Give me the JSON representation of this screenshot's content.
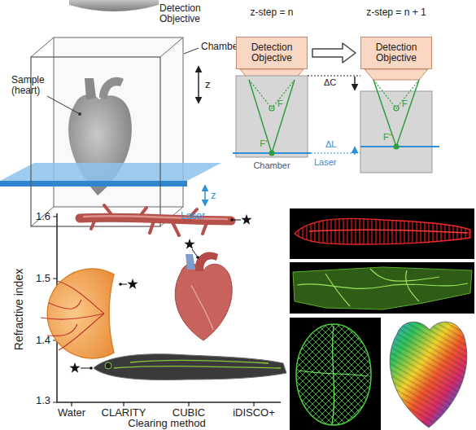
{
  "diagram": {
    "nodes": [
      {
        "text": [
          "Detection Objective"
        ]
      },
      {
        "text": [
          "Detection Objective"
        ]
      }
    ],
    "edges": [
      {
        "from": 0,
        "to": 1,
        "arrow": "to"
      }
    ],
    "labels": [
      "Detection Objective",
      "Chamber",
      "Sample (heart)",
      "z",
      "z",
      "Laser",
      "z-step = n",
      "z-step = n + 1",
      "F",
      "F'",
      "ΔC",
      "ΔL",
      "Laser",
      "Chamber",
      "F",
      "F''",
      "1.6",
      "1.5",
      "1.4",
      "1.3",
      "Refractive index",
      "Water",
      "CLARITY",
      "CUBIC",
      "iDISCO+",
      "Clearing method"
    ]
  }
}
